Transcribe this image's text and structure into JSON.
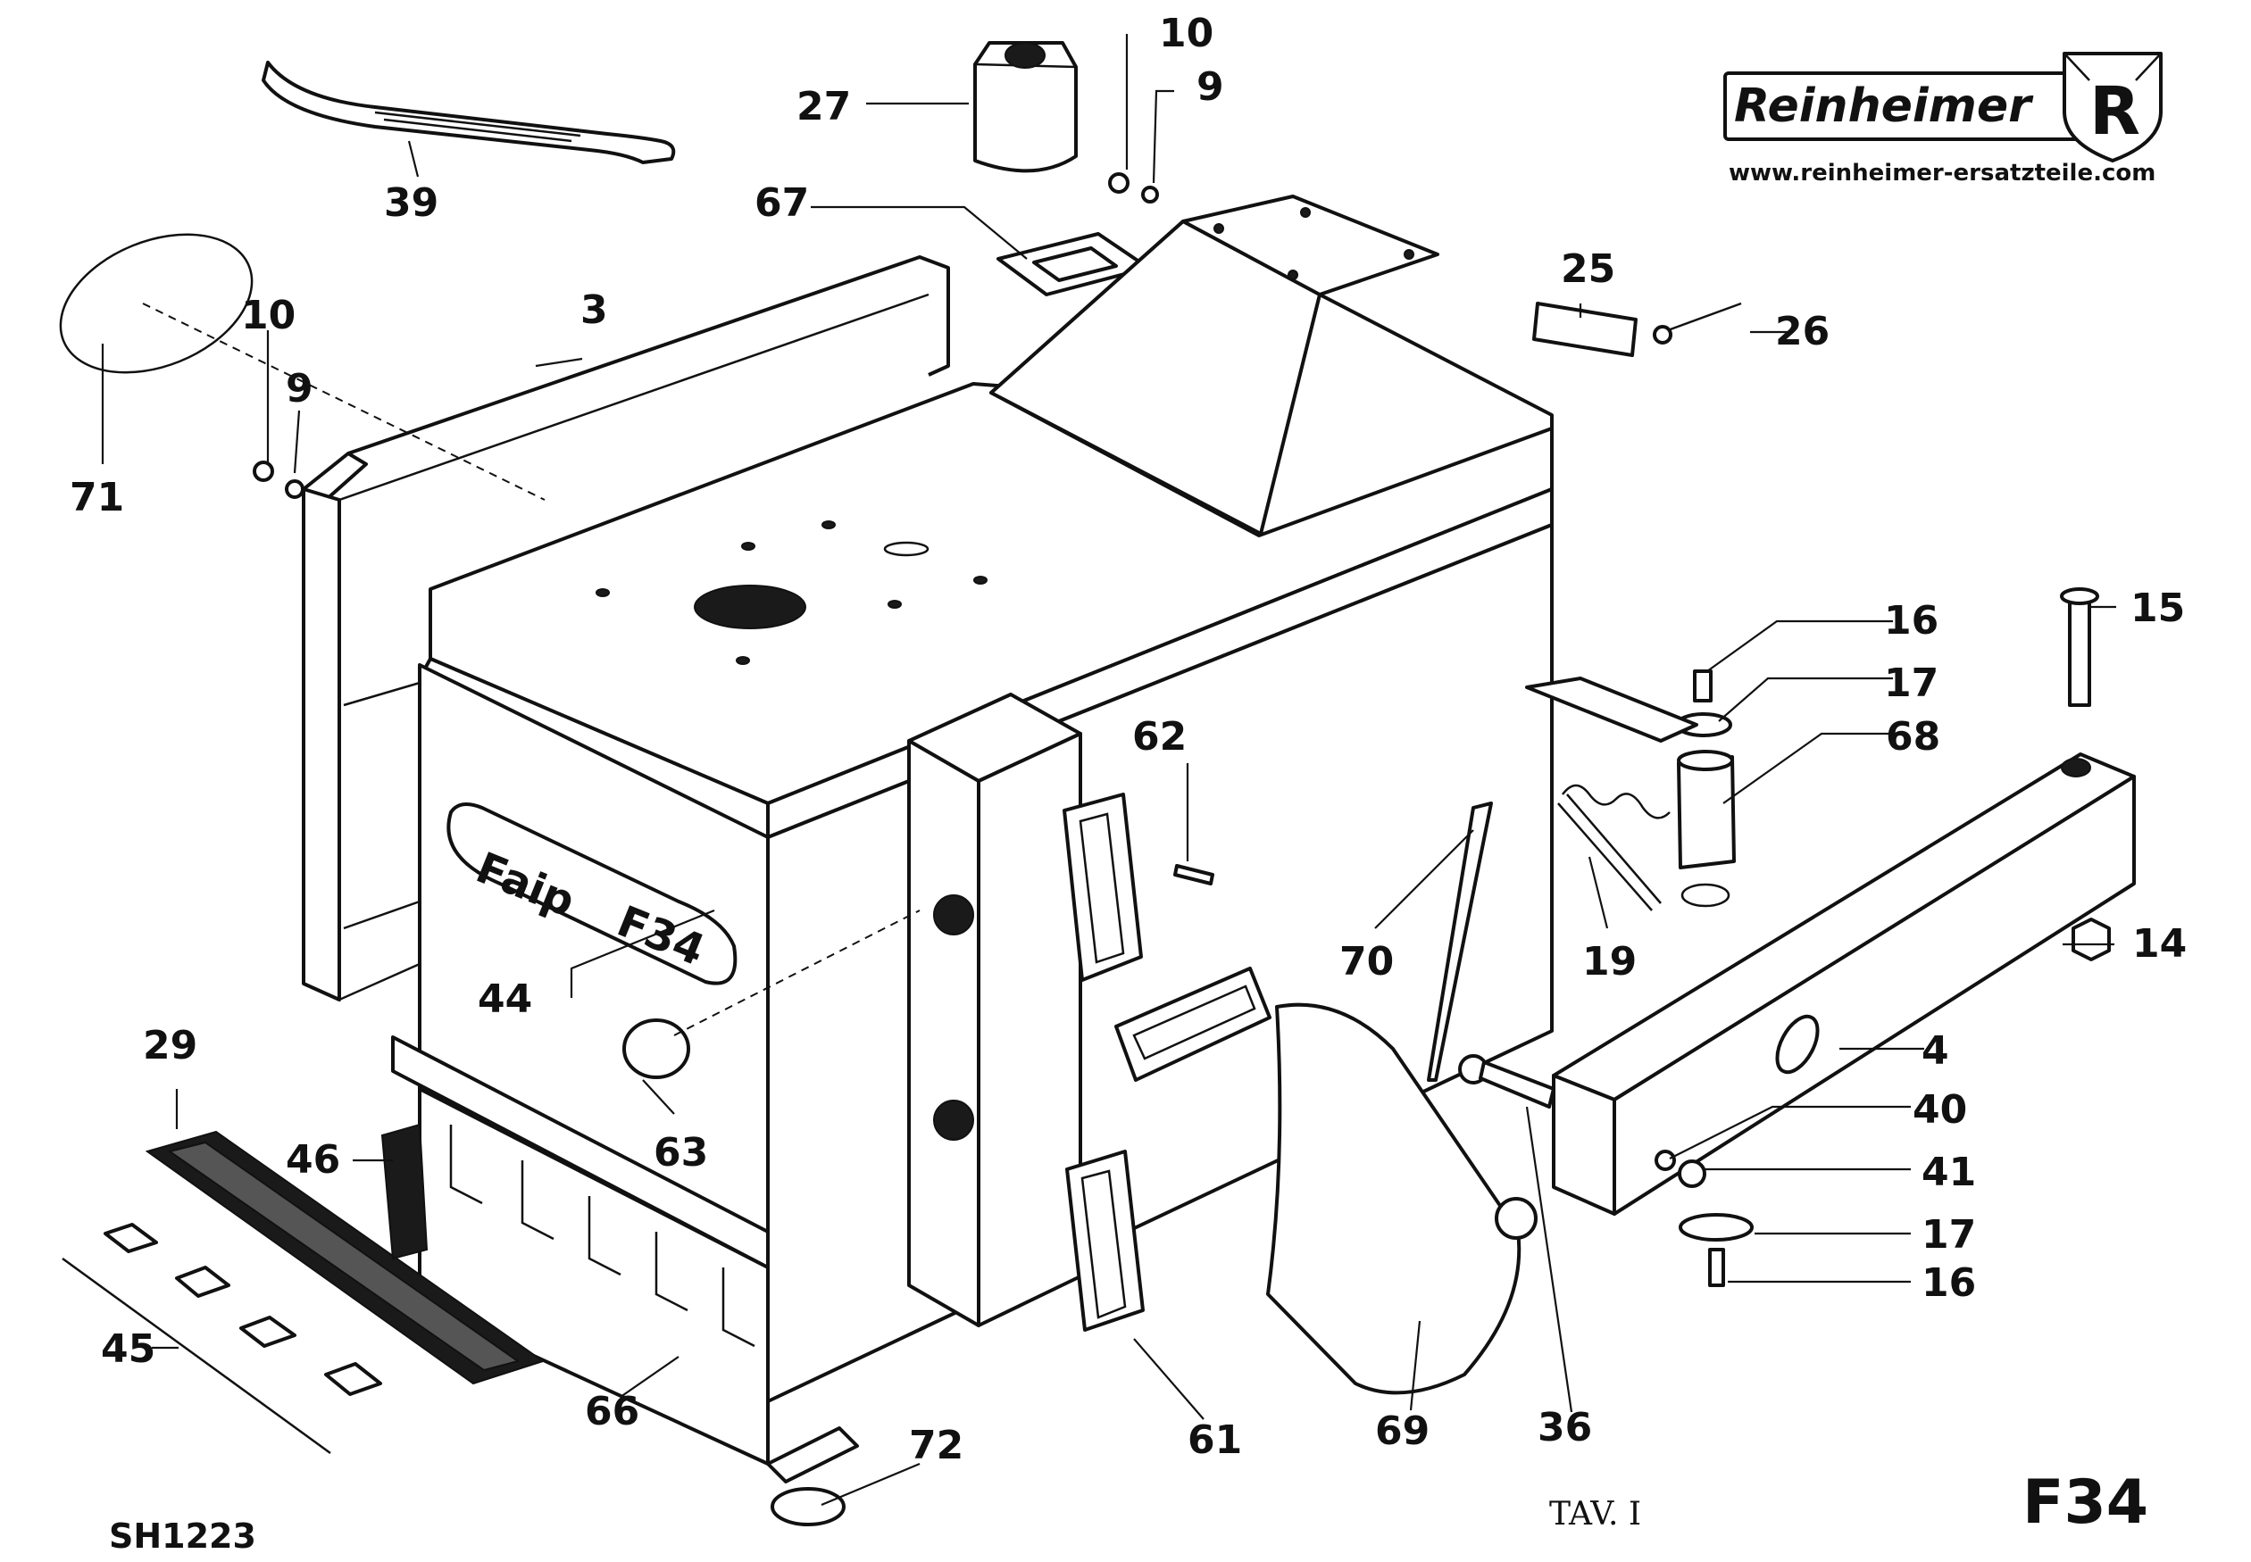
{
  "header": {
    "brand_name": "Reinheimer",
    "brand_mark": "R",
    "website": "www.reinheimer-ersatzteile.com"
  },
  "footer": {
    "sheet_code": "SH1223",
    "table_label": "TAV. I",
    "model": "F34"
  },
  "machine": {
    "maker_plate": "Faip",
    "model_plate": "F34"
  },
  "part_labels": [
    "10",
    "9",
    "27",
    "39",
    "67",
    "10",
    "9",
    "3",
    "71",
    "25",
    "26",
    "16",
    "15",
    "17",
    "68",
    "62",
    "14",
    "70",
    "19",
    "4",
    "44",
    "40",
    "41",
    "17",
    "16",
    "63",
    "29",
    "46",
    "45",
    "66",
    "72",
    "61",
    "69",
    "36"
  ]
}
